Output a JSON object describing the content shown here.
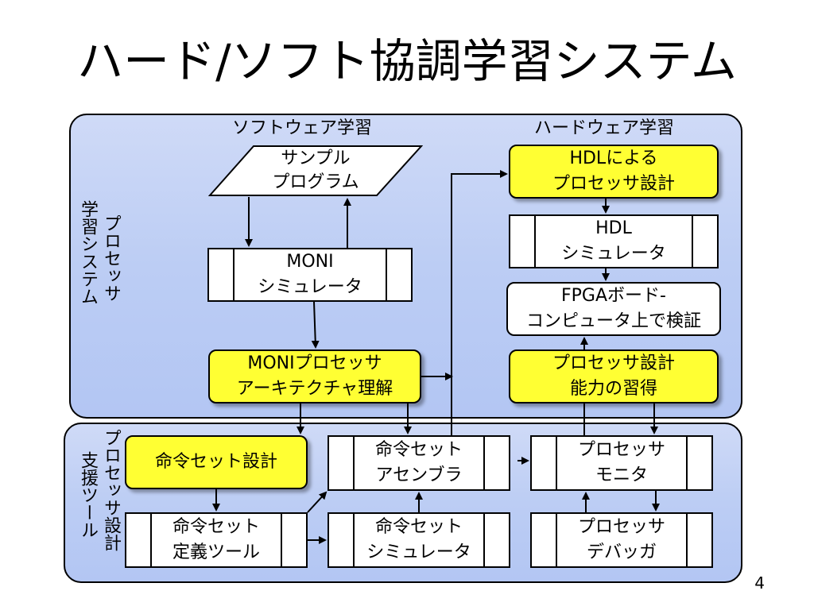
{
  "title": "ハード/ソフト協調学習システム",
  "page_number": "4",
  "upper_panel": {
    "side_label_col1": "プロセッサ",
    "side_label_col2": "学習システム",
    "software_heading": "ソフトウェア学習",
    "hardware_heading": "ハードウェア学習",
    "sample_program": [
      "サンプル",
      "プログラム"
    ],
    "moni_simulator": [
      "MONI",
      "シミュレータ"
    ],
    "moni_architecture": [
      "MONIプロセッサ",
      "アーキテクチャ理解"
    ],
    "hdl_design": [
      "HDLによる",
      "プロセッサ設計"
    ],
    "hdl_simulator": [
      "HDL",
      "シミュレータ"
    ],
    "fpga_verification": [
      "FPGAボード-",
      "コンピュータ上で検証"
    ],
    "processor_design_skill": [
      "プロセッサ設計",
      "能力の習得"
    ]
  },
  "lower_panel": {
    "side_label_col1": "プロセッサ設計",
    "side_label_col2": "支援ツール",
    "isa_design": "命令セット設計",
    "isa_definition_tool": [
      "命令セット",
      "定義ツール"
    ],
    "isa_assembler": [
      "命令セット",
      "アセンブラ"
    ],
    "isa_simulator": [
      "命令セット",
      "シミュレータ"
    ],
    "processor_monitor": [
      "プロセッサ",
      "モニタ"
    ],
    "processor_debugger": [
      "プロセッサ",
      "デバッガ"
    ]
  },
  "colors": {
    "panel_fill": "#c3d2f5",
    "highlight_fill": "#ffff33",
    "box_fill": "#ffffff",
    "stroke": "#000000"
  }
}
